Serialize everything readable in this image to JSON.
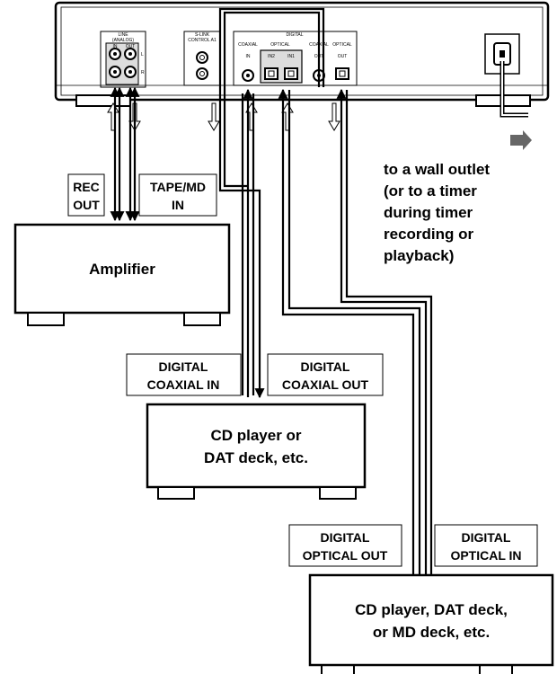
{
  "deck_panel": {
    "line_group": "LINE",
    "line_sub": "(ANALOG)",
    "line_in": "IN",
    "line_out": "OUT",
    "ch_l": "L",
    "ch_r": "R",
    "slink": "S-LINK",
    "control_a1": "CONTROL A1",
    "digital_group": "DIGITAL",
    "coaxial_in_top": "COAXIAL",
    "optical_in_top": "OPTICAL",
    "coaxial_out_top": "COAXIAL",
    "optical_out_top": "OPTICAL",
    "in_label": "IN",
    "in2_label": "IN2",
    "in1_label": "IN1",
    "out_label": "OUT",
    "out_label2": "OUT"
  },
  "labels": {
    "rec_out_1": "REC",
    "rec_out_2": "OUT",
    "tape_md_1": "TAPE/MD",
    "tape_md_2": "IN",
    "dig_coax_in_1": "DIGITAL",
    "dig_coax_in_2": "COAXIAL IN",
    "dig_coax_out_1": "DIGITAL",
    "dig_coax_out_2": "COAXIAL OUT",
    "dig_opt_out_1": "DIGITAL",
    "dig_opt_out_2": "OPTICAL OUT",
    "dig_opt_in_1": "DIGITAL",
    "dig_opt_in_2": "OPTICAL IN"
  },
  "devices": {
    "amplifier": "Amplifier",
    "cd_dat_1": "CD player or",
    "cd_dat_2": "DAT deck, etc.",
    "cd_dat_md_1": "CD player, DAT deck,",
    "cd_dat_md_2": "or MD deck, etc."
  },
  "wall_note": [
    "to a wall outlet",
    "(or to a timer",
    "during timer",
    "recording or",
    "playback)"
  ]
}
